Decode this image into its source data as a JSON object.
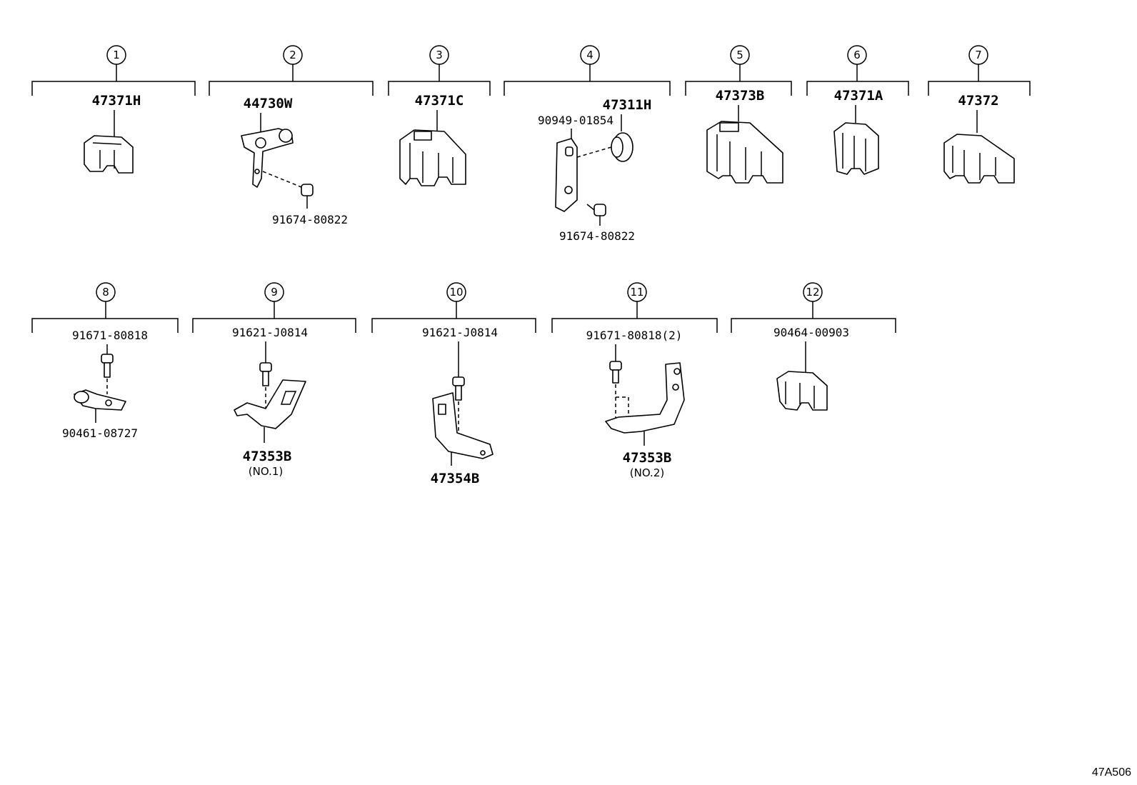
{
  "groups": [
    {
      "num": "1"
    },
    {
      "num": "2"
    },
    {
      "num": "3"
    },
    {
      "num": "4"
    },
    {
      "num": "5"
    },
    {
      "num": "6"
    },
    {
      "num": "7"
    },
    {
      "num": "8"
    },
    {
      "num": "9"
    },
    {
      "num": "10"
    },
    {
      "num": "11"
    },
    {
      "num": "12"
    }
  ],
  "labels": {
    "g1_main": "47371H",
    "g2_main": "44730W",
    "g2_bolt": "91674-80822",
    "g3_main": "47371C",
    "g4_main": "47311H",
    "g4_clamp": "90949-01854",
    "g4_bolt": "91674-80822",
    "g5_main": "47373B",
    "g6_main": "47371A",
    "g7_main": "47372",
    "g8_bolt": "91671-80818",
    "g8_clamp": "90461-08727",
    "g9_bolt": "91621-J0814",
    "g9_main": "47353B",
    "g9_note": "(NO.1)",
    "g10_bolt": "91621-J0814",
    "g10_main": "47354B",
    "g11_bolt": "91671-80818(2)",
    "g11_main": "47353B",
    "g11_note": "(NO.2)",
    "g12_main": "90464-00903"
  },
  "figure_ref": "47A506"
}
